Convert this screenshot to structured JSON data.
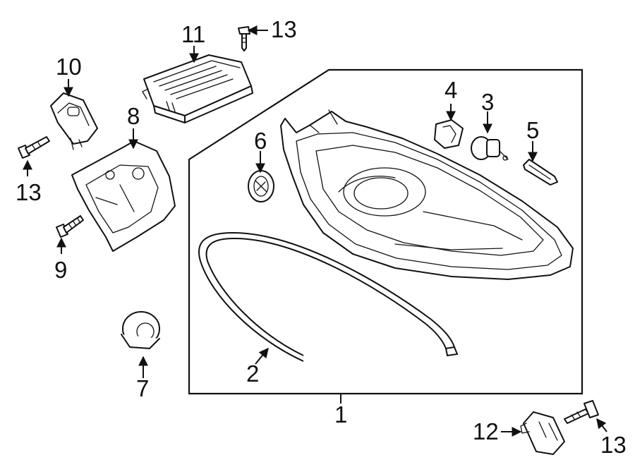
{
  "diagram": {
    "callouts": {
      "c1": "1",
      "c2": "2",
      "c3": "3",
      "c4": "4",
      "c5": "5",
      "c6": "6",
      "c7": "7",
      "c8": "8",
      "c9": "9",
      "c10": "10",
      "c11": "11",
      "c12": "12",
      "c13a": "13",
      "c13b": "13",
      "c13c": "13"
    },
    "colors": {
      "line": "#111111",
      "background": "#ffffff"
    }
  }
}
